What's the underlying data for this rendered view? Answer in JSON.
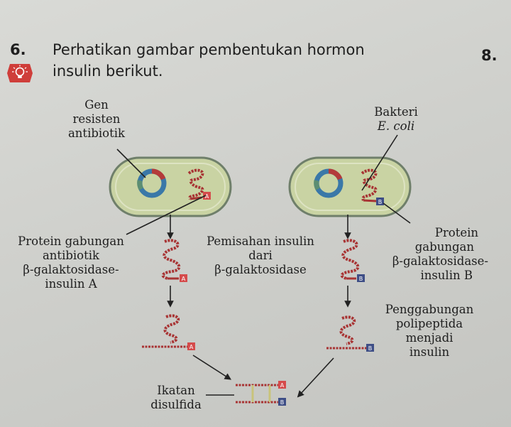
{
  "question": {
    "number": "6.",
    "line1": "Perhatikan gambar pembentukan hormon",
    "line2": "insulin berikut.",
    "side_number": "8."
  },
  "labels": {
    "gen_resisten": [
      "Gen",
      "resisten",
      "antibiotik"
    ],
    "bakteri": [
      "Bakteri",
      "E. coli"
    ],
    "protein_gabungan_left": [
      "Protein gabungan",
      "antibiotik",
      "β-galaktosidase-",
      "insulin A"
    ],
    "pemisahan": [
      "Pemisahan insulin",
      "dari",
      "β-galaktosidase"
    ],
    "protein_gabungan_right": [
      "Protein",
      "gabungan",
      "β-galaktosidase-",
      "insulin B"
    ],
    "penggabungan": [
      "Penggabungan",
      "polipeptida",
      "menjadi",
      "insulin"
    ],
    "ikatan": [
      "Ikatan",
      "disulfida"
    ]
  },
  "chain_tags": {
    "a": "A",
    "b": "B"
  },
  "colors": {
    "bacteria_fill": "#c9d3a3",
    "bacteria_edge": "#6f7f6a",
    "plasmid_blue": "#3a78a8",
    "plasmid_red": "#b43a3a",
    "chain_red": "#a83434",
    "tag_red": "#d54b4b",
    "tag_blue": "#3e4e86",
    "badge_red": "#cf3e3a"
  }
}
